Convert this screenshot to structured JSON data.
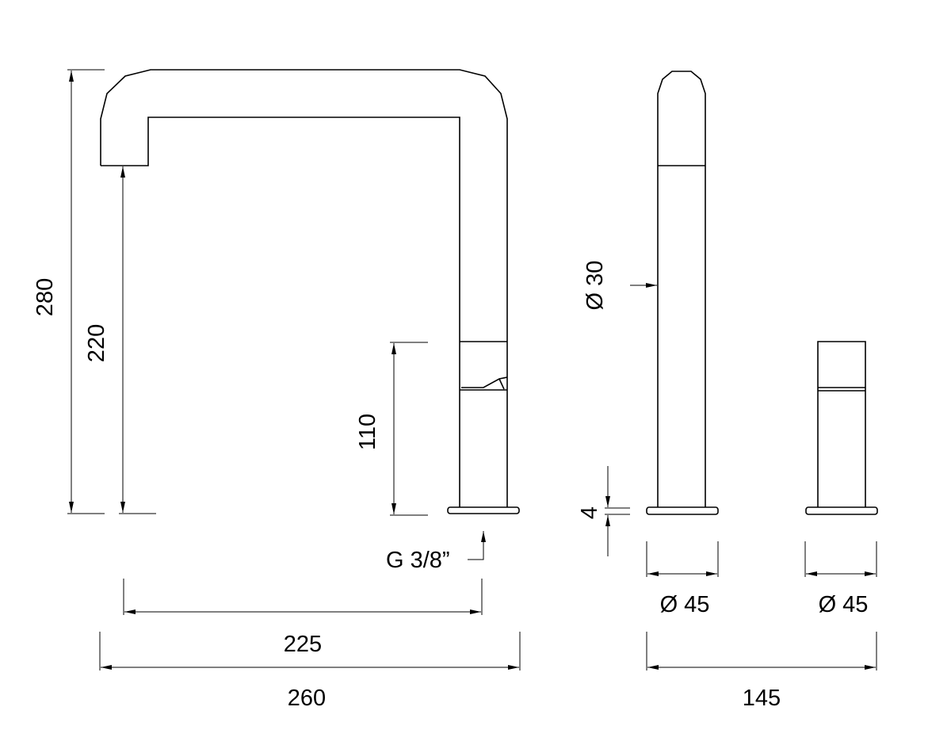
{
  "dimensions": {
    "total_height": "280",
    "spout_height": "220",
    "lever_height": "110",
    "connection": "G 3/8”",
    "spout_reach": "225",
    "total_width": "260",
    "spout_diameter": "Ø 30",
    "plate_thickness": "4",
    "base_diameter_1": "Ø 45",
    "base_diameter_2": "Ø 45",
    "side_spacing": "145"
  },
  "colors": {
    "line": "#000000",
    "background": "#ffffff"
  }
}
